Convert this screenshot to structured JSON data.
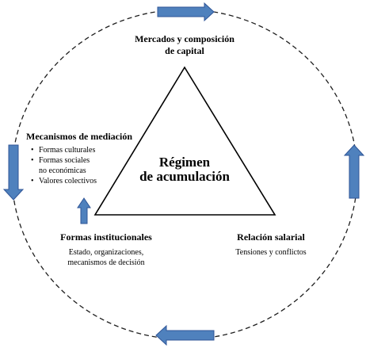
{
  "center": {
    "line1": "Régimen",
    "line2": "de acumulación"
  },
  "top": {
    "title_line1": "Mercados y composición",
    "title_line2": "de capital"
  },
  "left": {
    "title": "Mecanismos de mediación",
    "bullet_glyph": "•",
    "items": [
      "Formas culturales",
      "Formas sociales",
      "no económicas",
      "Valores colectivos"
    ]
  },
  "bottom_left": {
    "title": "Formas institucionales",
    "sub_line1": "Estado, organizaciones,",
    "sub_line2": "mecanismos de decisión"
  },
  "bottom_right": {
    "title": "Relación salarial",
    "sub": "Tensiones y conflictos"
  },
  "colors": {
    "arrow_fill": "#4f81bd",
    "arrow_stroke": "#2f5597",
    "line": "#000000"
  }
}
